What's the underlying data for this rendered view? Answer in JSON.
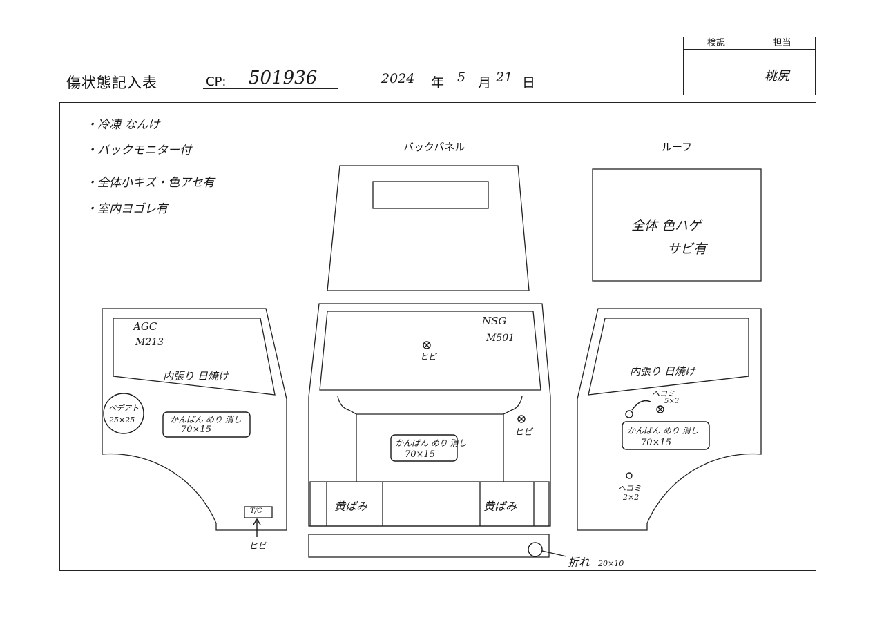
{
  "header": {
    "title": "傷状態記入表",
    "cp_label": "CP:",
    "cp_value": "501936",
    "date": {
      "year": "2024",
      "year_label": "年",
      "month": "5",
      "month_label": "月",
      "day": "21",
      "day_label": "日"
    }
  },
  "stamp_box": {
    "col1_header": "検認",
    "col2_header": "担当",
    "col2_value": "桃尻"
  },
  "notes": [
    "・冷凍 なんけ",
    "・バックモニター付",
    "・全体小キズ・色アセ有",
    "・室内ヨゴレ有"
  ],
  "panels": {
    "back_panel_label": "バックパネル",
    "roof_label": "ルーフ",
    "roof_note_1": "全体 色ハゲ",
    "roof_note_2": "サビ有",
    "left_glass_maker": "AGC",
    "left_glass_code": "M213",
    "left_glass_note": "内張り 日焼け",
    "left_circle_1": "ペデアト",
    "left_circle_2": "25×25",
    "left_sign_1": "かんばん めり 消し",
    "left_sign_2": "70×15",
    "left_box_text": "T/C",
    "left_arrow_note": "ヒビ",
    "front_glass_maker": "NSG",
    "front_glass_code": "M501",
    "front_glass_note": "ヒビ",
    "front_sign_1": "かんばん めり 消し",
    "front_sign_2": "70×15",
    "front_right_note": "ヒビ",
    "front_left_bumper": "黄ばみ",
    "front_right_bumper": "黄ばみ",
    "bottom_note": "折れ",
    "bottom_size": "20×10",
    "right_glass_note": "内張り 日焼け",
    "right_hekomi_1": "ヘコミ",
    "right_hekomi_1_size": "5×3",
    "right_sign_1": "かんばん めり 消し",
    "right_sign_2": "70×15",
    "right_hekomi_2": "ヘコミ",
    "right_hekomi_2_size": "2×2"
  }
}
